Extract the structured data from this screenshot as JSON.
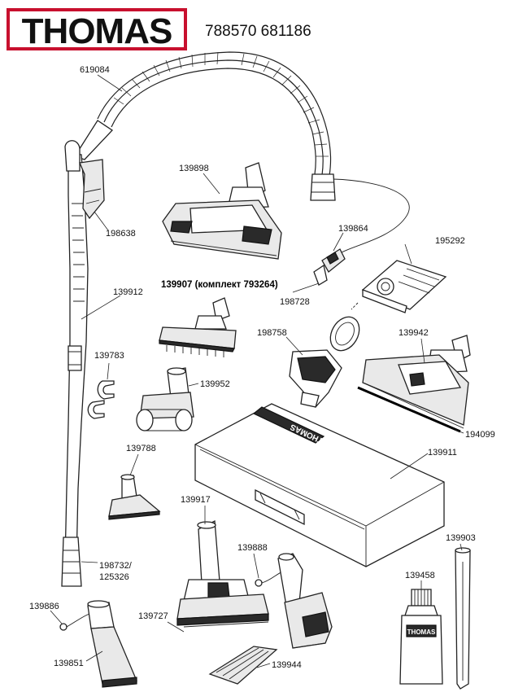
{
  "brand": {
    "logo_text": "THOMAS",
    "logo_color": "#c8102e",
    "model_numbers": "788570 681186"
  },
  "parts": {
    "hose": "619084",
    "handle": "198638",
    "turbo_brush": "139898",
    "valve": "139864",
    "tube": "139912",
    "parquet_brush": "139907 (комплект 793264)",
    "connector": "198728",
    "bag": "195292",
    "clips": "139783",
    "bag_holder": "198758",
    "floor_brush": "139942",
    "upholstery_nozzle": "139952",
    "brush_strip": "194099",
    "case": "139911",
    "crevice_small": "139788",
    "spray_nozzle": "139917",
    "clip_small": "139888",
    "crevice_long": "139903",
    "tube_parts": "198732/\n125326",
    "tube_parts_line1": "198732/",
    "tube_parts_line2": "125326",
    "nozzle_adapter": "139886",
    "washer_nozzle": "139727",
    "shampoo": "139458",
    "hand_nozzle": "139851",
    "filter_pad": "139944"
  },
  "bottle_label": "THOMAS",
  "case_label": "THOMAS"
}
